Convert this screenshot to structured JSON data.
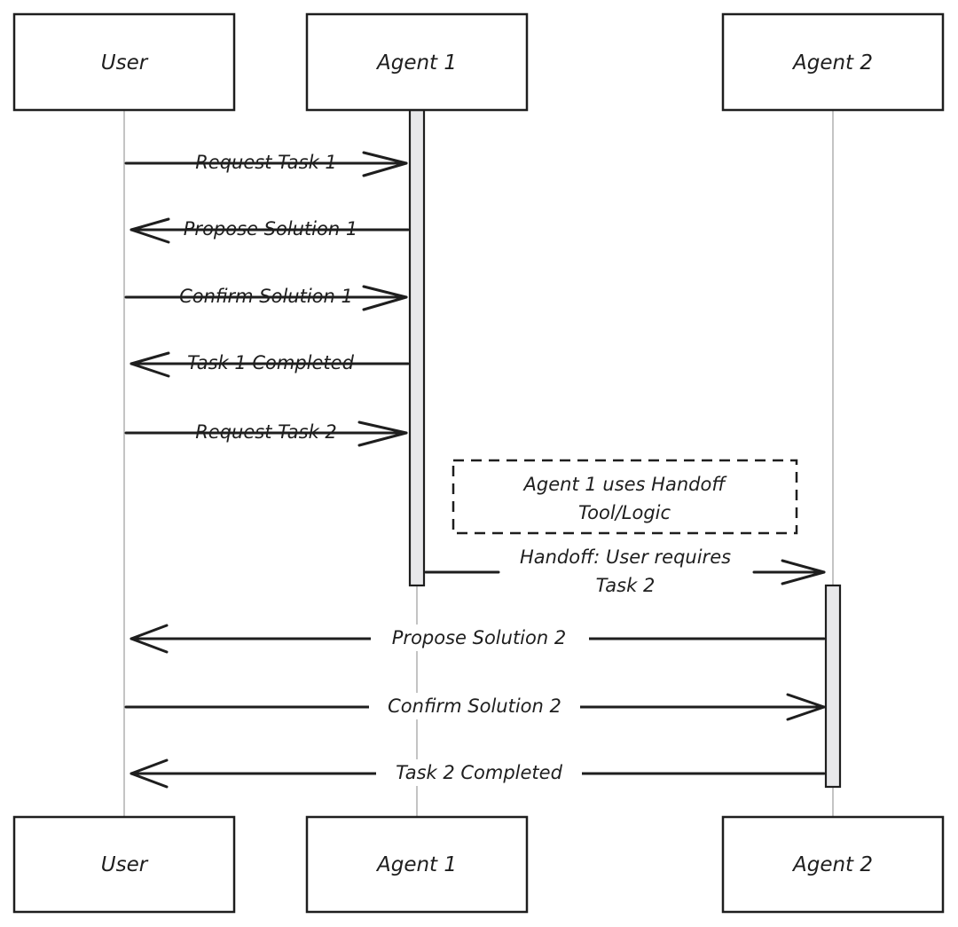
{
  "actors": [
    {
      "id": "user",
      "label": "User"
    },
    {
      "id": "agent1",
      "label": "Agent 1"
    },
    {
      "id": "agent2",
      "label": "Agent 2"
    }
  ],
  "messages": [
    {
      "from": "user",
      "to": "agent1",
      "label": "Request Task 1",
      "dir": "right"
    },
    {
      "from": "agent1",
      "to": "user",
      "label": "Propose Solution 1",
      "dir": "left"
    },
    {
      "from": "user",
      "to": "agent1",
      "label": "Confirm Solution 1",
      "dir": "right"
    },
    {
      "from": "agent1",
      "to": "user",
      "label": "Task 1 Completed",
      "dir": "left"
    },
    {
      "from": "user",
      "to": "agent1",
      "label": "Request Task 2",
      "dir": "right"
    },
    {
      "from": "agent1",
      "to": "agent2",
      "label_lines": [
        "Handoff: User requires",
        "Task 2"
      ],
      "dir": "right"
    },
    {
      "from": "agent2",
      "to": "user",
      "label": "Propose Solution 2",
      "dir": "left"
    },
    {
      "from": "user",
      "to": "agent2",
      "label": "Confirm Solution 2",
      "dir": "right"
    },
    {
      "from": "agent2",
      "to": "user",
      "label": "Task 2 Completed",
      "dir": "left"
    }
  ],
  "note": {
    "over": "agent1-agent2",
    "lines": [
      "Agent 1 uses Handoff",
      "Tool/Logic"
    ]
  }
}
